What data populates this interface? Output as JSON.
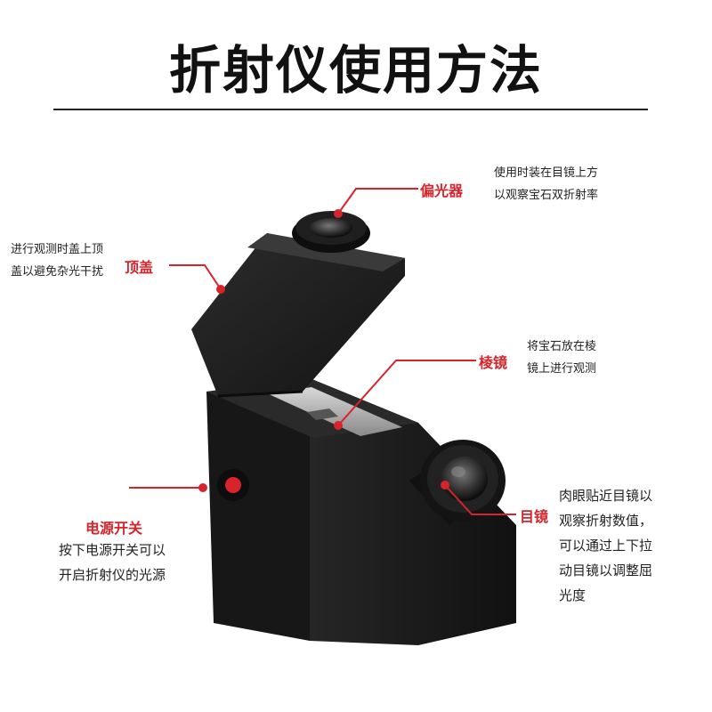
{
  "title": "折射仪使用方法",
  "callouts": {
    "polarizer": {
      "label": "偏光器",
      "desc": [
        "使用时装在目镜上方",
        "以观察宝石双折射率"
      ]
    },
    "top_cover": {
      "label": "顶盖",
      "desc": [
        "进行观测时盖上顶",
        "盖以避免杂光干扰"
      ]
    },
    "prism": {
      "label": "棱镜",
      "desc": [
        "将宝石放在棱",
        "镜上进行观测"
      ]
    },
    "eyepiece": {
      "label": "目镜",
      "desc": [
        "肉眼贴近目镜以",
        "观察折射数值，",
        "可以通过上下拉",
        "动目镜以调整屈",
        "光度"
      ]
    },
    "power_switch": {
      "label": "电源开关",
      "desc": [
        "按下电源开关可以",
        "开启折射仪的光源"
      ]
    }
  },
  "colors": {
    "accent": "#d8232a",
    "device": "#1c1c1c"
  }
}
